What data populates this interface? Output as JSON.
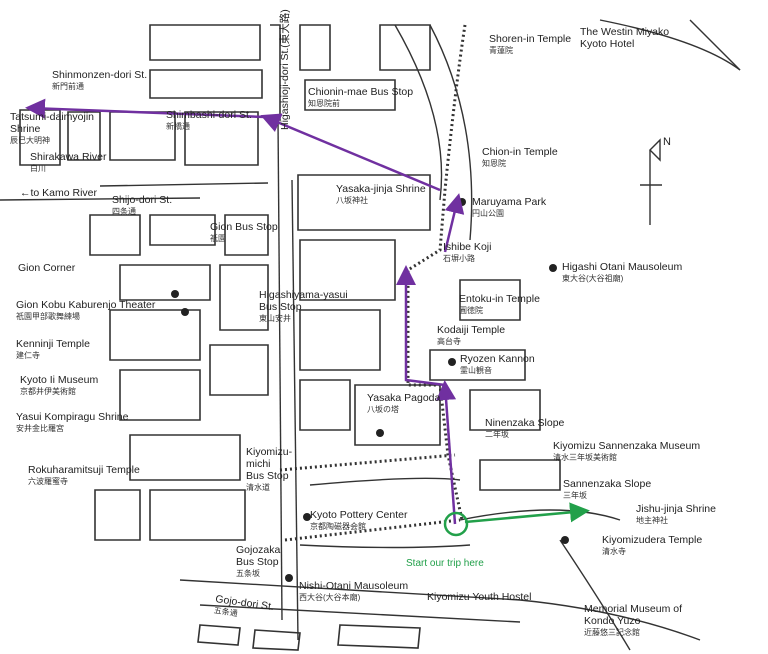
{
  "map": {
    "labels": [
      {
        "id": "shoren",
        "en": "Shoren-in Temple",
        "jp": "青蓮院"
      },
      {
        "id": "westin",
        "en": "The Westin Miyako",
        "en2": "Kyoto Hotel"
      },
      {
        "id": "shinmonzen",
        "en": "Shinmonzen-dori St.",
        "jp": "新門前通"
      },
      {
        "id": "chionin_bus",
        "en": "Chionin-mae Bus Stop",
        "jp": "知恩院前"
      },
      {
        "id": "tatsumi",
        "en": "Tatsumi-daimyojin",
        "en2": "Shrine",
        "jp": "辰巳大明神"
      },
      {
        "id": "shimbashi",
        "en": "Shimbashi-dori St.",
        "jp": "新橋通"
      },
      {
        "id": "higashioji",
        "en": "Higashioji-dori St.(東大路)"
      },
      {
        "id": "chionin",
        "en": "Chion-in Temple",
        "jp": "知恩院"
      },
      {
        "id": "shirakawa",
        "en": "Shirakawa River",
        "jp": "白川"
      },
      {
        "id": "kamo",
        "en": "←to Kamo River"
      },
      {
        "id": "shijo",
        "en": "Shijo-dori St.",
        "jp": "四条通"
      },
      {
        "id": "yasaka_jinja",
        "en": "Yasaka-jinja Shrine",
        "jp": "八坂神社"
      },
      {
        "id": "maruyama",
        "en": "Maruyama Park",
        "jp": "円山公園"
      },
      {
        "id": "gion_bus",
        "en": "Gion Bus Stop",
        "jp": "祇園"
      },
      {
        "id": "ishibe",
        "en": "Ishibe Koji",
        "jp": "石塀小路"
      },
      {
        "id": "higashi_otani",
        "en": "Higashi Otani Mausoleum",
        "jp": "東大谷(大谷祖廟)"
      },
      {
        "id": "gion_corner",
        "en": "Gion Corner"
      },
      {
        "id": "entoku",
        "en": "Entoku-in Temple",
        "jp": "圓徳院"
      },
      {
        "id": "gion_kobu",
        "en": "Gion Kobu Kaburenjo Theater",
        "jp": "祇園甲部歌舞練場"
      },
      {
        "id": "higashiyama_bus",
        "en": "Higashiyama-yasui",
        "en2": "Bus Stop",
        "jp": "東山安井"
      },
      {
        "id": "kodaiji",
        "en": "Kodaiji Temple",
        "jp": "高台寺"
      },
      {
        "id": "kenninji",
        "en": "Kenninji Temple",
        "jp": "建仁寺"
      },
      {
        "id": "ryozen",
        "en": "Ryozen Kannon",
        "jp": "霊山観音"
      },
      {
        "id": "kyoto_ii",
        "en": "Kyoto Ii Museum",
        "jp": "京都井伊美術館"
      },
      {
        "id": "yasaka_pagoda",
        "en": "Yasaka Pagoda",
        "jp": "八坂の塔"
      },
      {
        "id": "yasui",
        "en": "Yasui Kompiragu Shrine",
        "jp": "安井金比羅宮"
      },
      {
        "id": "ninenzaka",
        "en": "Ninenzaka Slope",
        "jp": "二年坂"
      },
      {
        "id": "kiyomizu_michi",
        "en": "Kiyomizu-",
        "en2": "michi",
        "en3": "Bus Stop",
        "jp": "清水道"
      },
      {
        "id": "sannenzaka_museum",
        "en": "Kiyomizu Sannenzaka Museum",
        "jp": "清水三年坂美術館"
      },
      {
        "id": "rokuhara",
        "en": "Rokuharamitsuji Temple",
        "jp": "六波羅蜜寺"
      },
      {
        "id": "sannenzaka",
        "en": "Sannenzaka Slope",
        "jp": "三年坂"
      },
      {
        "id": "jishu",
        "en": "Jishu-jinja Shrine",
        "jp": "地主神社"
      },
      {
        "id": "pottery",
        "en": "Kyoto Pottery Center",
        "jp": "京都陶磁器会館"
      },
      {
        "id": "kiyomizudera",
        "en": "Kiyomizudera Temple",
        "jp": "清水寺"
      },
      {
        "id": "gojozaka",
        "en": "Gojozaka",
        "en2": "Bus Stop",
        "jp": "五条坂"
      },
      {
        "id": "nishi_otani",
        "en": "Nishi-Otani Mausoleum",
        "jp": "西大谷(大谷本廟)"
      },
      {
        "id": "youth_hostel",
        "en": "Kiyomizu Youth Hostel"
      },
      {
        "id": "gojo",
        "en": "Gojo-dori St.",
        "jp": "五条通"
      },
      {
        "id": "kondo",
        "en": "Memorial Museum of",
        "en2": "Kondo Yuzo",
        "jp": "近藤悠三記念館"
      }
    ],
    "start_label": "Start our trip here",
    "north_label": "N",
    "colors": {
      "route": "#7030a0",
      "start_circle": "#22a04a",
      "start_text": "#22a04a",
      "green_arrow": "#22a04a",
      "ink": "#333333"
    }
  }
}
